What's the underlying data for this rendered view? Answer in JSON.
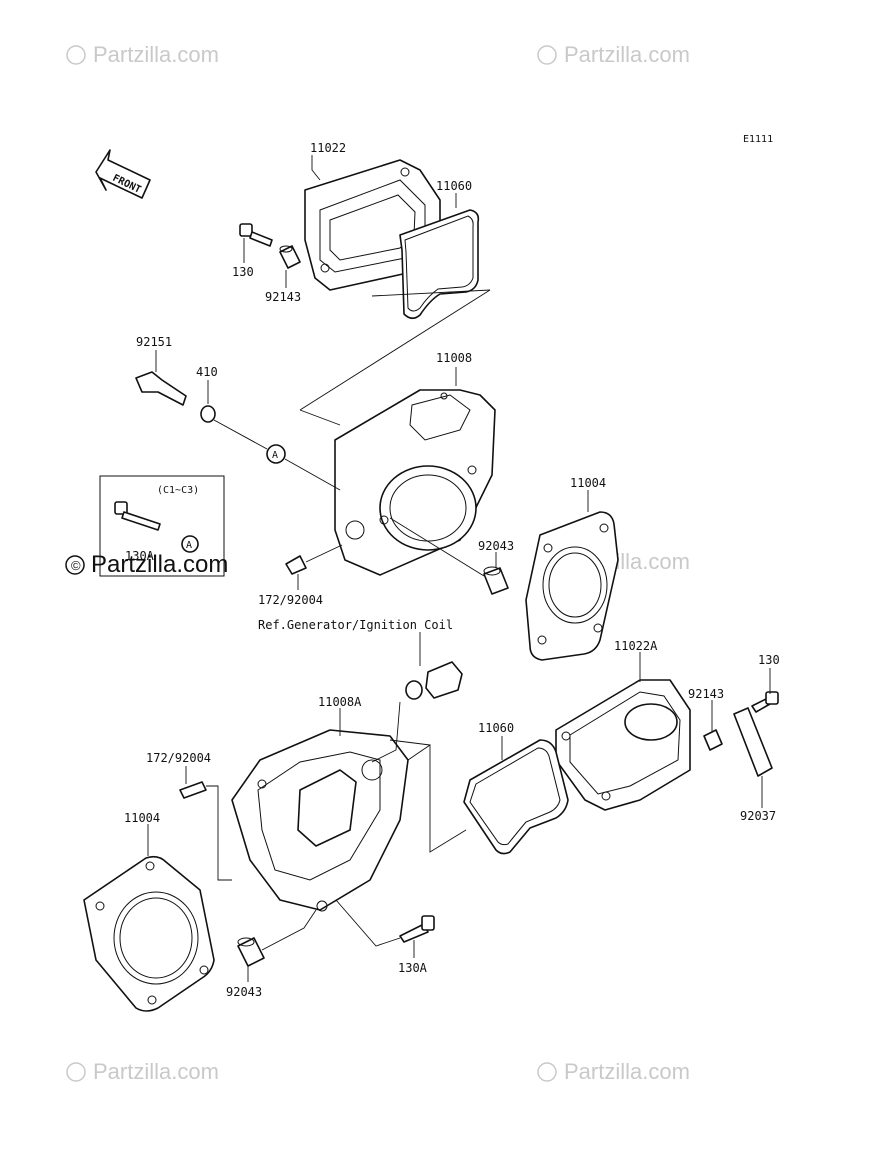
{
  "diagram": {
    "code": "E1111",
    "front_label": "FRONT",
    "ref_note": "Ref.Generator/Ignition Coil",
    "variant_note": "(C1~C3)",
    "callout_letter": "A"
  },
  "watermark": {
    "text": "Partzilla.com",
    "symbol": "©"
  },
  "labels": {
    "p11022": "11022",
    "p11060_top": "11060",
    "p130_top": "130",
    "p92143_top": "92143",
    "p92151": "92151",
    "p410": "410",
    "p11008": "11008",
    "p130A_inset": "130A",
    "p11004_right": "11004",
    "p92043_right": "92043",
    "p172_92004_top": "172/92004",
    "p11022A": "11022A",
    "p130_right": "130",
    "p92143_right": "92143",
    "p92037": "92037",
    "p11008A": "11008A",
    "p11060_mid": "11060",
    "p172_92004_low": "172/92004",
    "p11004_left": "11004",
    "p130A_low": "130A",
    "p92043_low": "92043"
  }
}
